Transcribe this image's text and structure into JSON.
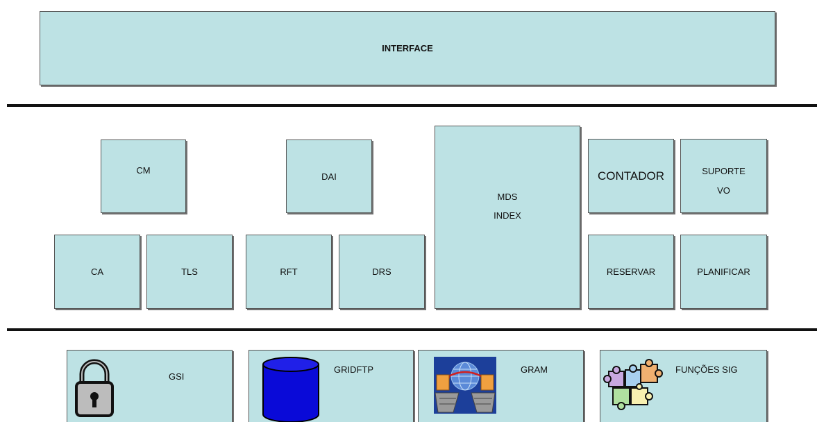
{
  "top": {
    "interface": "INTERFACE"
  },
  "middle": {
    "cm": "CM",
    "dai": "DAI",
    "ca": "CA",
    "tls": "TLS",
    "rft": "RFT",
    "drs": "DRS",
    "mds_line1": "MDS",
    "mds_line2": "INDEX",
    "contador": "CONTADOR",
    "suporte_line1": "SUPORTE",
    "suporte_line2": "VO",
    "reservar": "RESERVAR",
    "planificar": "PLANIFICAR"
  },
  "bottom": {
    "gsi": "GSI",
    "gridftp": "GRIDFTP",
    "gram": "GRAM",
    "funcoes_sig": "FUNÇÕES SIG"
  },
  "colors": {
    "box_fill": "#bde2e4",
    "database_blue": "#0a0ad8",
    "lock_body": "#bcbcbc",
    "divider": "#111111"
  },
  "icons": {
    "gsi": "lock-icon",
    "gridftp": "database-icon",
    "gram": "network-computers-icon",
    "funcoes_sig": "puzzle-pieces-icon"
  }
}
